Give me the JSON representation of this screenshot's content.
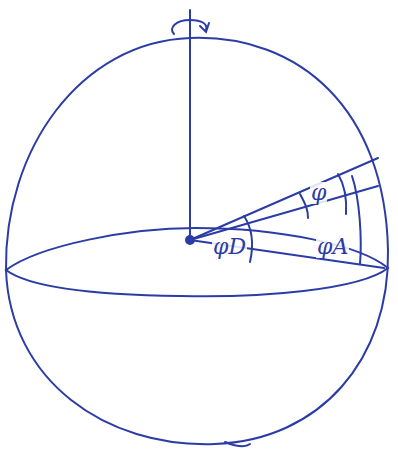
{
  "diagram": {
    "labels": [
      "φ",
      "φD",
      "φA"
    ]
  }
}
